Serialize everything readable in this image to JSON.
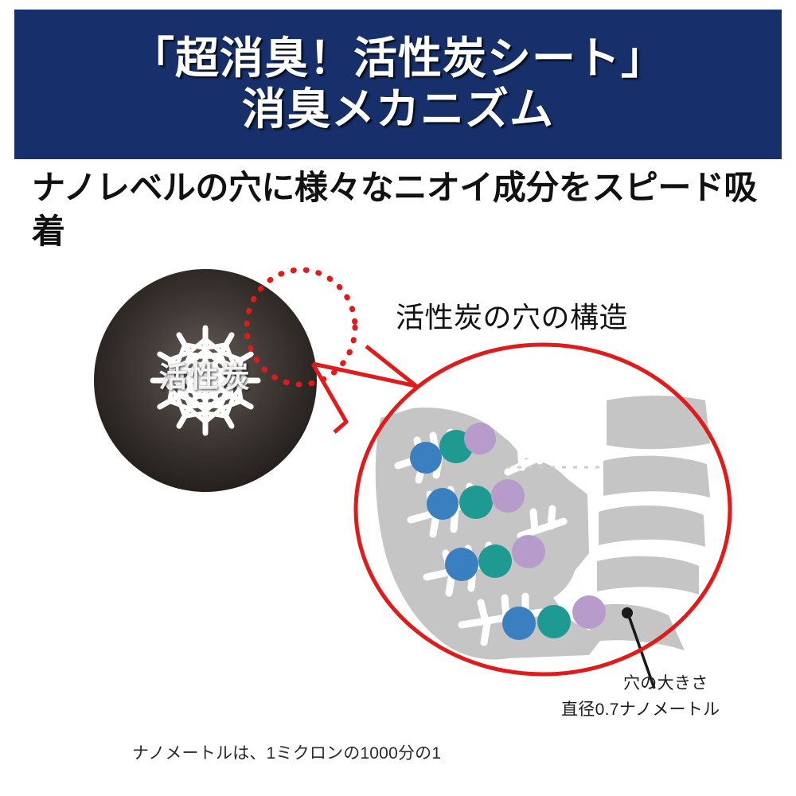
{
  "banner": {
    "title_line_1": "「超消臭！活性炭シート」",
    "title_line_2": "消臭メカニズム",
    "background_color": "#17306b",
    "text_color": "#ffffff"
  },
  "subtitle": {
    "text": "ナノレベルの穴に様々なニオイ成分をスピード吸着"
  },
  "carbon_particle": {
    "label": "活性炭",
    "fill_color": "#2b2523",
    "pore_color": "#ffffff",
    "pore_count": 12
  },
  "callout": {
    "marker_color": "#e01b1b",
    "marker_style": "dotted-circle",
    "leader_color": "#e01b1b"
  },
  "pore_structure": {
    "heading": "活性炭の穴の構造",
    "circle_outline_color": "#e01b1b",
    "carbon_mass_color": "#c5c5c5",
    "channel_color": "#ffffff"
  },
  "molecules": {
    "legend_colors": {
      "blue": "#3a7fc0",
      "teal": "#1f9a92",
      "purple": "#b79ccb"
    },
    "rows": [
      {
        "blue": true,
        "teal": true,
        "purple": true
      },
      {
        "blue": true,
        "teal": true,
        "purple": true
      },
      {
        "blue": true,
        "teal": true,
        "purple": true
      },
      {
        "blue": true,
        "teal": true,
        "purple": true
      }
    ]
  },
  "hole_size_annotation": {
    "line_1": "穴の大きさ",
    "line_2": "直径0.7ナノメートル",
    "arrow_color": "#1a1a1a"
  },
  "footnote": {
    "text": "ナノメートルは、1ミクロンの1000分の1"
  }
}
